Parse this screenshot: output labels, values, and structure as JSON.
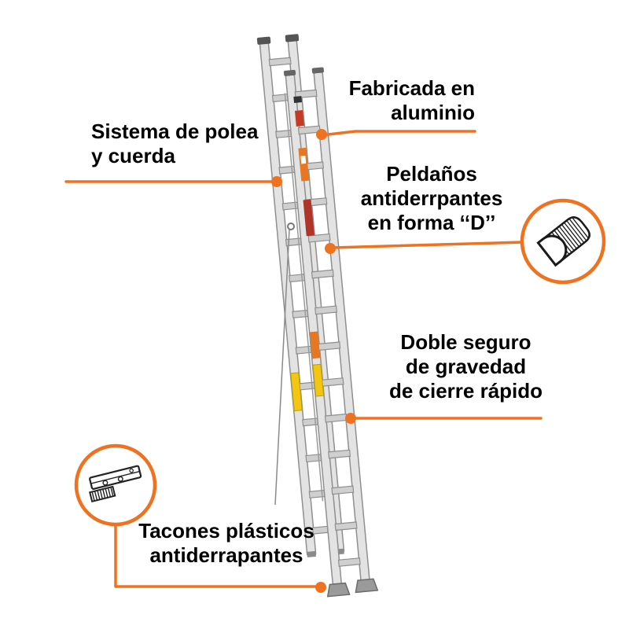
{
  "page": {
    "background": "#ffffff"
  },
  "colors": {
    "accent_orange": "#EE7220",
    "text": "#000000",
    "ladder_rail": "#e3e3e3",
    "ladder_stroke": "#8f8f8f",
    "sticker_red": "#c23b22",
    "sticker_orange": "#e87722",
    "sticker_yellow": "#f3c613"
  },
  "callouts": [
    {
      "id": "fabricada",
      "lines": [
        "Fabricada en",
        "aluminio"
      ]
    },
    {
      "id": "polea",
      "lines": [
        "Sistema de polea",
        "y cuerda"
      ]
    },
    {
      "id": "peldanos",
      "lines": [
        "Peldaños",
        "antiderrpantes",
        "en forma ‘‘D’’"
      ]
    },
    {
      "id": "seguro",
      "lines": [
        "Doble seguro",
        "de gravedad",
        "de cierre rápido"
      ]
    },
    {
      "id": "tacones",
      "lines": [
        "Tacones plásticos",
        "antiderrapantes"
      ]
    }
  ],
  "icons": [
    {
      "name": "d-rung-profile-icon",
      "meaning": "D-shaped rung cross-section"
    },
    {
      "name": "plastic-foot-icon",
      "meaning": "ribbed plastic anti-slip foot"
    }
  ],
  "illustration": {
    "subject": "aluminum extension ladder"
  }
}
